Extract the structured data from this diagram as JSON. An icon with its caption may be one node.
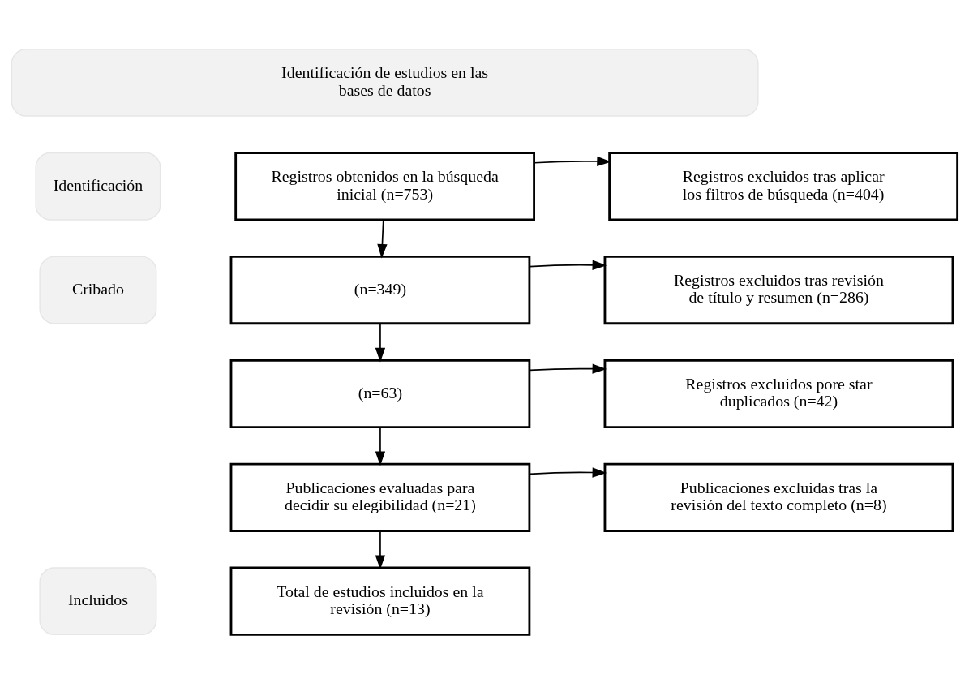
{
  "diagram": {
    "nodes": [
      {
        "text": [
          "Identificación de estudios en las bases de datos"
        ]
      },
      {
        "text": [
          "Identificación"
        ]
      },
      {
        "text": [
          "Registros obtenidos en la búsqueda inicial (n=753)"
        ]
      },
      {
        "text": [
          "Registros excluidos tras aplicar los filtros de búsqueda (n=404)"
        ]
      },
      {
        "text": [
          "Cribado"
        ]
      },
      {
        "text": [
          "(n=349)"
        ]
      },
      {
        "text": [
          "Registros excluidos tras revisión de título y resumen (n=286)"
        ]
      },
      {
        "text": [
          "(n=63)"
        ]
      },
      {
        "text": [
          "Registros excluidos pore star duplicados (n=42)"
        ]
      },
      {
        "text": [
          "Publicaciones evaluadas para decidir su elegibilidad (n=21)"
        ]
      },
      {
        "text": [
          "Publicaciones excluidas tras la revisión del texto completo (n=8)"
        ]
      },
      {
        "text": [
          "Incluidos"
        ]
      },
      {
        "text": [
          "Total de estudios incluidos en la revisión (n=13)"
        ]
      }
    ],
    "edges": [
      {
        "from": 2,
        "to": 3,
        "arrow": "to"
      },
      {
        "from": 2,
        "to": 5,
        "arrow": "to"
      },
      {
        "from": 5,
        "to": 6,
        "arrow": "to"
      },
      {
        "from": 5,
        "to": 7,
        "arrow": "to"
      },
      {
        "from": 7,
        "to": 8,
        "arrow": "to"
      },
      {
        "from": 7,
        "to": 9,
        "arrow": "to"
      },
      {
        "from": 9,
        "to": 10,
        "arrow": "to"
      },
      {
        "from": 9,
        "to": 12,
        "arrow": "to"
      }
    ]
  }
}
